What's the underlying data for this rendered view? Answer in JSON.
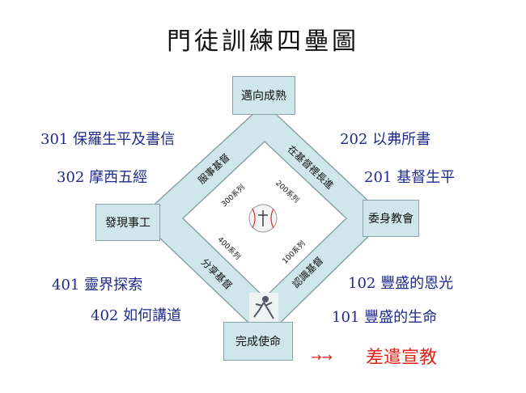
{
  "title": "門徒訓練四壘圖",
  "bases": {
    "top": "邁向成熟",
    "right": "委身教會",
    "left": "發現事工",
    "bottom": "完成使命"
  },
  "paths": {
    "upper_left": "服事基督",
    "upper_right": "在基督裡長進",
    "lower_left": "分享基督",
    "lower_right": "認識基督"
  },
  "series": {
    "s300": "300系列",
    "s200": "200系列",
    "s400": "400系列",
    "s100": "100系列"
  },
  "stages": {
    "s301": "301 保羅生平及書信",
    "s302": "302 摩西五經",
    "s202": "202 以弗所書",
    "s201": "201 基督生平",
    "s401": "401 靈界探索",
    "s402": "402 如何講道",
    "s102": "102 豐盛的恩光",
    "s101": "101 豐盛的生命"
  },
  "mission": {
    "arrow": "→→",
    "text": "差遣宣教"
  },
  "colors": {
    "field": "#cfe6ea",
    "stage_text": "#1f2a8c",
    "mission_text": "#e2231a"
  }
}
